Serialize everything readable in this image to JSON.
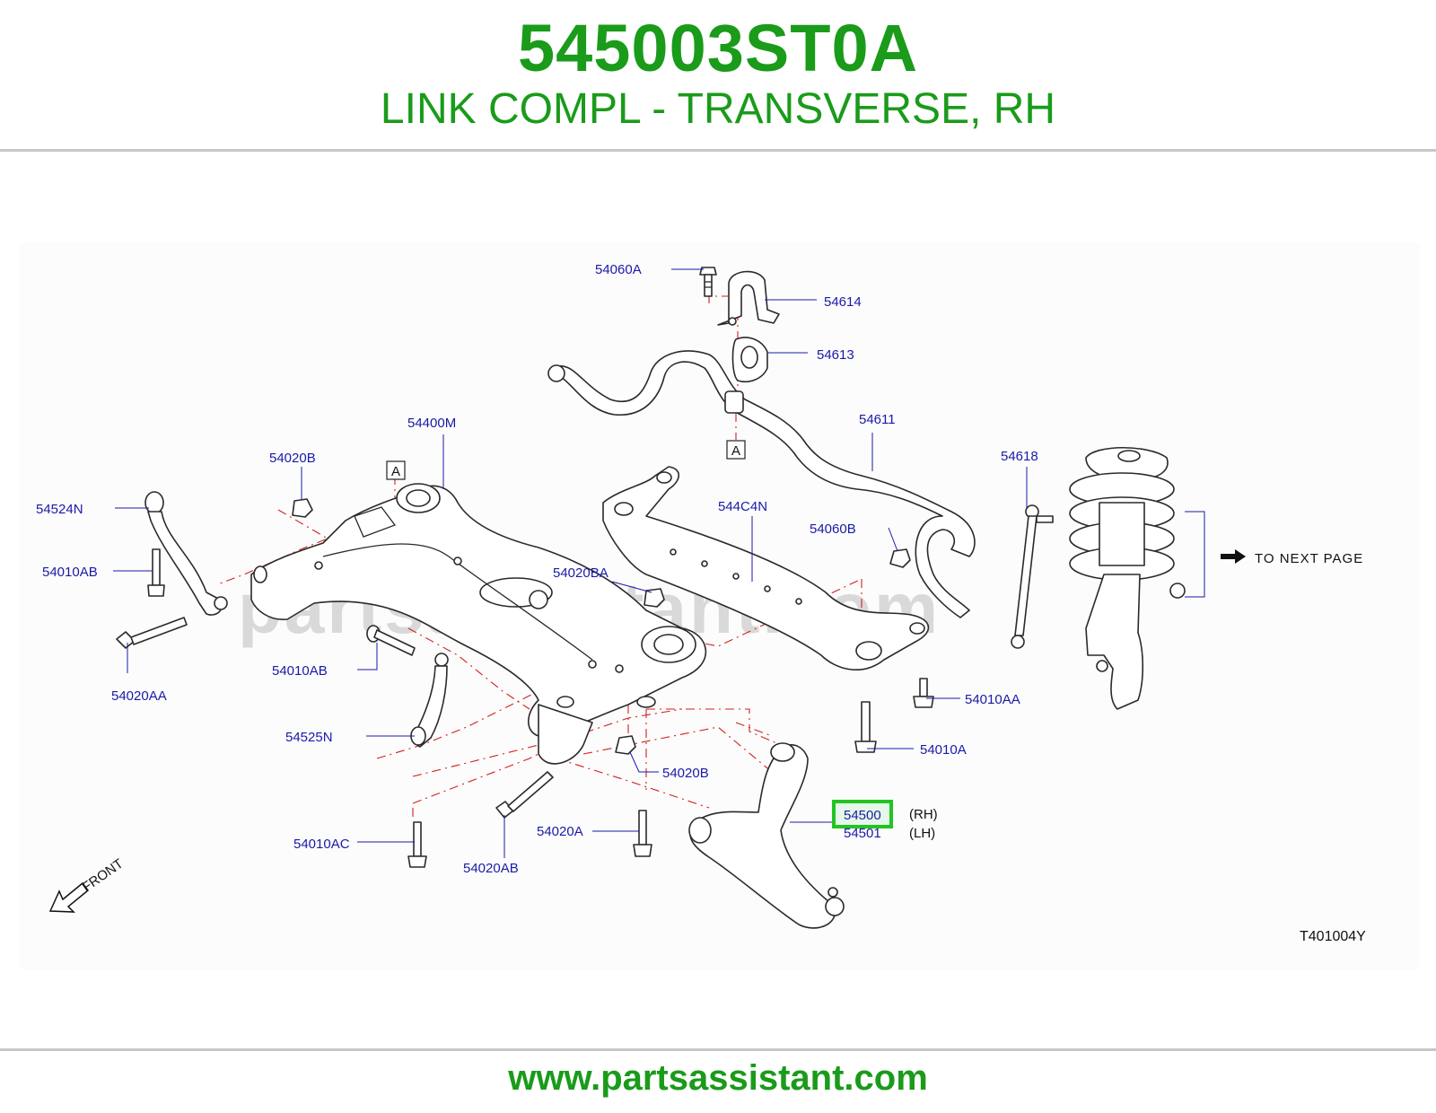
{
  "header": {
    "part_number": "545003ST0A",
    "description": "LINK COMPL - TRANSVERSE, RH"
  },
  "diagram": {
    "watermark": "partsassistant.com",
    "drawing_code": "T401004Y",
    "front_label": "FRONT",
    "next_page_label": "TO  NEXT  PAGE",
    "ref_marker": "A",
    "highlighted_part": "54500",
    "callouts": {
      "c_54060A_top": "54060A",
      "c_54614": "54614",
      "c_54613": "54613",
      "c_54611": "54611",
      "c_54618": "54618",
      "c_54400M": "54400M",
      "c_54020B_top": "54020B",
      "c_54524N": "54524N",
      "c_54010AB_left": "54010AB",
      "c_54020AA": "54020AA",
      "c_54010AB_mid": "54010AB",
      "c_54525N": "54525N",
      "c_544C4N": "544C4N",
      "c_54060B": "54060B",
      "c_54020BA": "54020BA",
      "c_54010AA": "54010AA",
      "c_54010A": "54010A",
      "c_54020B_bot": "54020B",
      "c_54500": "54500",
      "c_rh": "(RH)",
      "c_54501": "54501",
      "c_lh": "(LH)",
      "c_54020A": "54020A",
      "c_54010AC": "54010AC",
      "c_54020AB": "54020AB"
    },
    "colors": {
      "label": "#1a1aa8",
      "highlight": "#22c322",
      "dash": "#d42020"
    }
  },
  "footer": {
    "url": "www.partsassistant.com"
  }
}
